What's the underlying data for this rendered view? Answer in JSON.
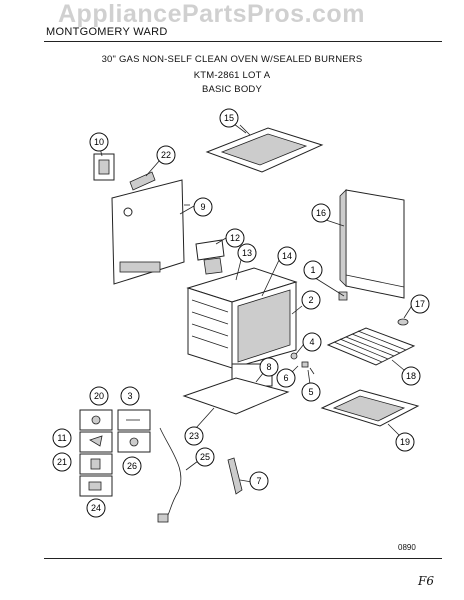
{
  "header": {
    "brand": "MONTGOMERY WARD",
    "line1": "30\" GAS NON-SELF CLEAN OVEN W/SEALED BURNERS",
    "line2": "KTM-2861 LOT A",
    "line3": "BASIC BODY"
  },
  "watermark": "AppliancePartsPros.com",
  "footer": {
    "code": "0890",
    "handwriting": "F6"
  },
  "callouts": {
    "c1": "1",
    "c2": "2",
    "c3": "3",
    "c4": "4",
    "c5": "5",
    "c6": "6",
    "c7": "7",
    "c8": "8",
    "c9": "9",
    "c10": "10",
    "c11": "11",
    "c12": "12",
    "c13": "13",
    "c14": "14",
    "c15": "15",
    "c16": "16",
    "c17": "17",
    "c18": "18",
    "c19": "19",
    "c20": "20",
    "c21": "21",
    "c22": "22",
    "c23": "23",
    "c24": "24",
    "c25": "25",
    "c26": "26"
  }
}
